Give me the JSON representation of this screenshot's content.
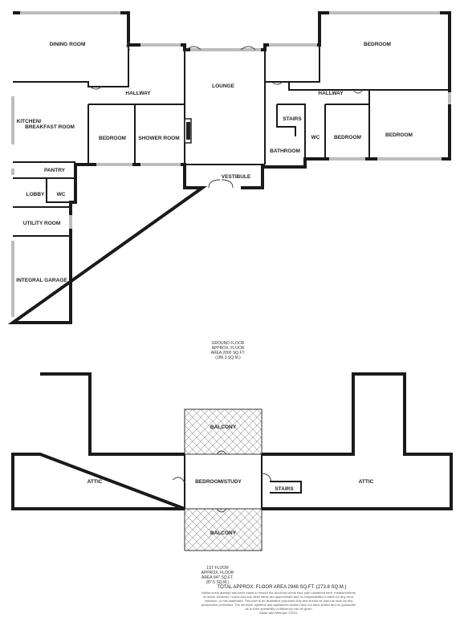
{
  "ground_floor": {
    "rooms": {
      "dining_room": "DINING ROOM",
      "lounge": "LOUNGE",
      "bedroom_ne": "BEDROOM",
      "hallway_west": "HALLWAY",
      "hallway_east": "HALLWAY",
      "kitchen_line1": "KITCHEN/",
      "kitchen_line2": "BREAKFAST ROOM",
      "bedroom_west": "BEDROOM",
      "shower_room": "SHOWER ROOM",
      "stairs": "STAIRS",
      "wc_east": "WC",
      "bedroom_mid_east": "BEDROOM",
      "bedroom_far_east": "BEDROOM",
      "bathroom": "BATHROOM",
      "pantry": "PANTRY",
      "vestibule": "VESTIBULE",
      "lobby": "LOBBY",
      "wc_west": "WC",
      "utility_room": "UTILITY ROOM",
      "integral_garage": "INTEGRAL GARAGE"
    },
    "caption": [
      "GROUND FLOOR",
      "APPROX. FLOOR",
      "AREA 2000 SQ.FT.",
      "(186.3 SQ.M.)"
    ]
  },
  "first_floor": {
    "rooms": {
      "balcony_top": "BALCONY",
      "attic_west": "ATTIC",
      "bedroom_study": "BEDROOM/STUDY",
      "stairs": "STAIRS",
      "attic_east": "ATTIC",
      "balcony_bottom": "BALCONY"
    },
    "caption": [
      "1ST FLOOR",
      "APPROX. FLOOR",
      "AREA 947 SQ.FT.",
      "(87.5 SQ.M.)"
    ]
  },
  "total": "TOTAL APPROX. FLOOR AREA 2948 SQ.FT. (273.8 SQ.M.)",
  "disclaimer": [
    "Whilst every attempt has been made to ensure the accuracy of the floor plan contained here, measurements",
    "of doors, windows, rooms and any other items are approximate and no responsibility is taken for any error,",
    "omission, or mis-statement. This plan is for illustrative purposes only and should be used as such by any",
    "prospective purchaser. The services, systems and appliances shown have not been tested and no guarantee",
    "as to their operability or efficiency can be given",
    "Made with Metropix ©2011"
  ]
}
